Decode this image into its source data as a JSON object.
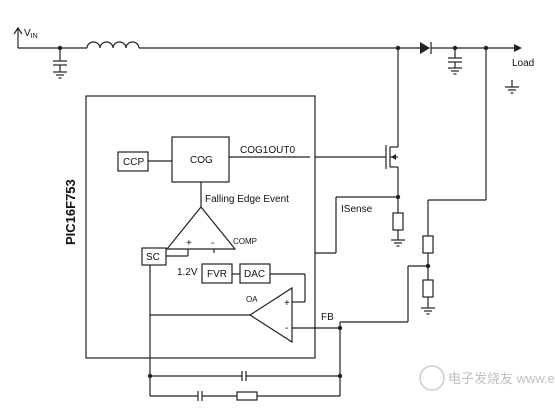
{
  "diagram": {
    "input_label": "V",
    "input_label_sub": "IN",
    "output_label": "Load",
    "chip_label": "PIC16F753",
    "blocks": {
      "ccp": "CCP",
      "cog": "COG",
      "sc": "SC",
      "fvr": "FVR",
      "dac": "DAC"
    },
    "signals": {
      "cog_out": "COG1OUT0",
      "falling_edge": "Falling Edge Event",
      "isense": "ISense",
      "comp": "COMP",
      "ref_voltage": "1.2V",
      "oa": "OA",
      "fb": "FB",
      "plus": "+",
      "minus": "-"
    },
    "watermark": "电子发烧友 www.elecfans.com"
  }
}
